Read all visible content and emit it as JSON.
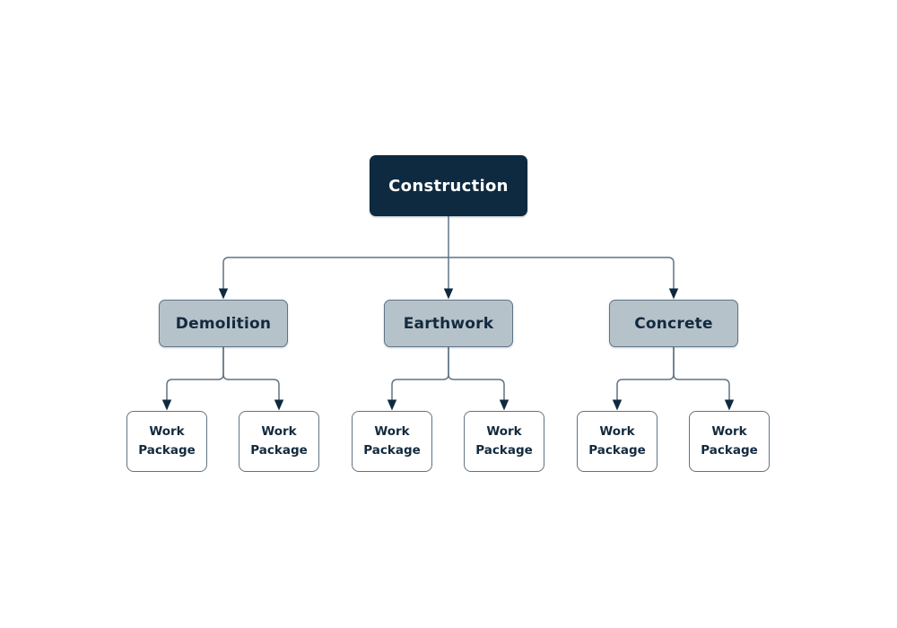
{
  "diagram": {
    "type": "tree",
    "root": {
      "label": "Construction"
    },
    "branches": [
      {
        "label": "Demolition",
        "children": [
          {
            "label": "Work Package"
          },
          {
            "label": "Work Package"
          }
        ]
      },
      {
        "label": "Earthwork",
        "children": [
          {
            "label": "Work Package"
          },
          {
            "label": "Work Package"
          }
        ]
      },
      {
        "label": "Concrete",
        "children": [
          {
            "label": "Work Package"
          },
          {
            "label": "Work Package"
          }
        ]
      }
    ],
    "colors": {
      "root_fill": "#0e2a41",
      "root_text": "#ffffff",
      "branch_fill": "#b6c2ca",
      "branch_border": "#5f7485",
      "branch_text": "#132a3e",
      "leaf_fill": "#ffffff",
      "leaf_border": "#5f7485",
      "leaf_text": "#132a3e",
      "connector_line": "#5f7485",
      "arrowhead": "#0e2a41",
      "background": "#ffffff"
    }
  }
}
